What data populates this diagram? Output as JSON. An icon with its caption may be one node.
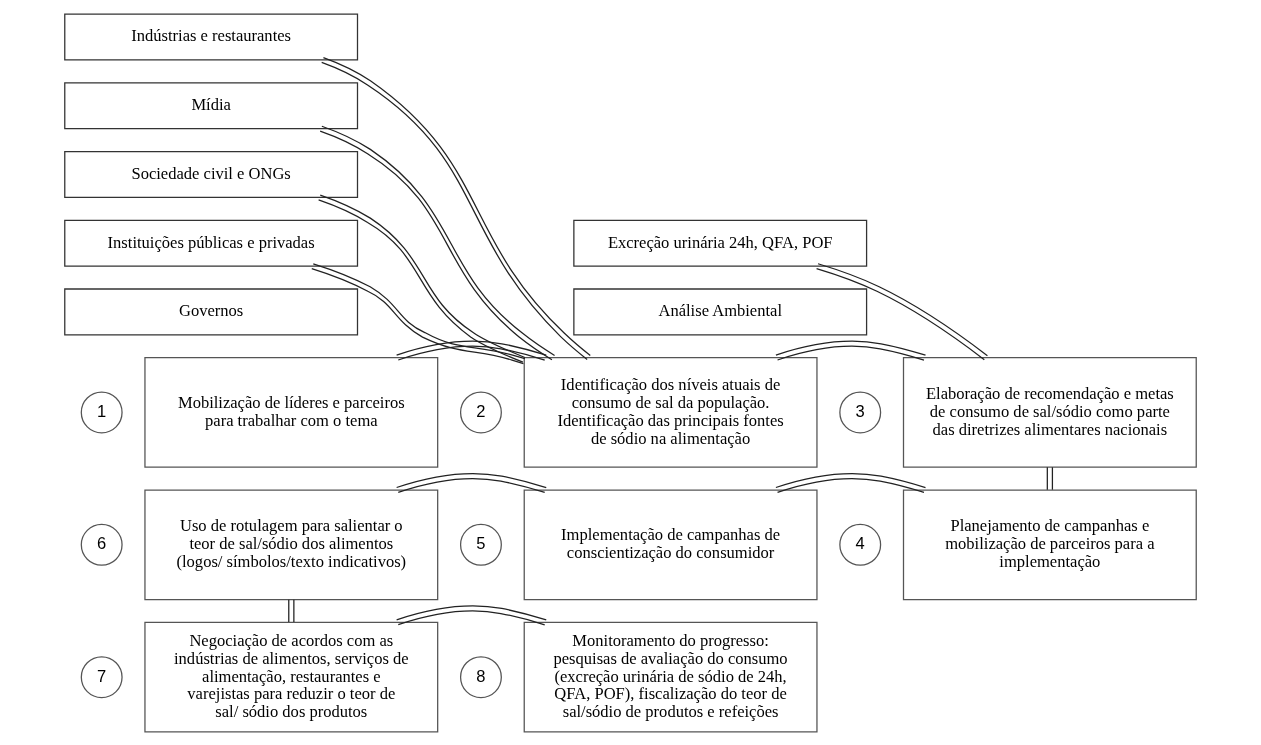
{
  "diagram": {
    "nodes": [
      {
        "text": [
          "1"
        ]
      },
      {
        "text": [
          "Mobilização de líderes e parceiros para trabalhar com o tema"
        ]
      },
      {
        "text": [
          "Governos"
        ]
      },
      {
        "text": [
          "Instituições públicas e privadas"
        ]
      },
      {
        "text": [
          "Sociedade civil e ONGs"
        ]
      },
      {
        "text": [
          "Mídia"
        ]
      },
      {
        "text": [
          "Indústrias e restaurantes"
        ]
      },
      {
        "text": [
          "2"
        ]
      },
      {
        "text": [
          "Identificação dos níveis atuais de consumo de sal da população. Identificação das principais fontes de sódio na alimentação"
        ]
      },
      {
        "text": [
          "Análise Ambiental"
        ]
      },
      {
        "text": [
          "Excreção urinária 24h, QFA, POF"
        ]
      },
      {
        "text": [
          "3"
        ]
      },
      {
        "text": [
          "Elaboração de recomendação e metas de consumo de sal/sódio como parte das diretrizes alimentares nacionais"
        ]
      },
      {
        "text": [
          "4"
        ]
      },
      {
        "text": [
          "Planejamento de campanhas e mobilização de parceiros para a implementação"
        ]
      },
      {
        "text": [
          "5"
        ]
      },
      {
        "text": [
          "Implementação de campanhas de conscientização do consumidor"
        ]
      },
      {
        "text": [
          "6"
        ]
      },
      {
        "text": [
          "Uso de rotulagem para salientar o teor de sal/sódio dos alimentos (logos/ símbolos/texto indicativos)"
        ]
      },
      {
        "text": [
          "7"
        ]
      },
      {
        "text": [
          "Negociação de acordos com as indústrias de alimentos, serviços de alimentação, restaurantes e varejistas para reduzir o teor de sal/ sódio dos produtos"
        ]
      },
      {
        "text": [
          "8"
        ]
      },
      {
        "text": [
          "Monitoramento do progresso: pesquisas de avaliação do consumo (excreção urinária de sódio de 24h, QFA, POF), fiscalização do teor de sal/sódio de produtos e refeições"
        ]
      }
    ],
    "edges": [
      {
        "from": 1,
        "to": 8,
        "arrow": "none"
      },
      {
        "from": 3,
        "to": 8,
        "arrow": "none"
      },
      {
        "from": 4,
        "to": 8,
        "arrow": "none"
      },
      {
        "from": 5,
        "to": 8,
        "arrow": "none"
      },
      {
        "from": 6,
        "to": 8,
        "arrow": "none"
      },
      {
        "from": 8,
        "to": 12,
        "arrow": "none"
      },
      {
        "from": 10,
        "to": 12,
        "arrow": "none"
      },
      {
        "from": 12,
        "to": 14,
        "arrow": "none"
      },
      {
        "from": 14,
        "to": 16,
        "arrow": "none"
      },
      {
        "from": 16,
        "to": 18,
        "arrow": "none"
      },
      {
        "from": 18,
        "to": 20,
        "arrow": "none"
      },
      {
        "from": 20,
        "to": 22,
        "arrow": "none"
      }
    ]
  }
}
